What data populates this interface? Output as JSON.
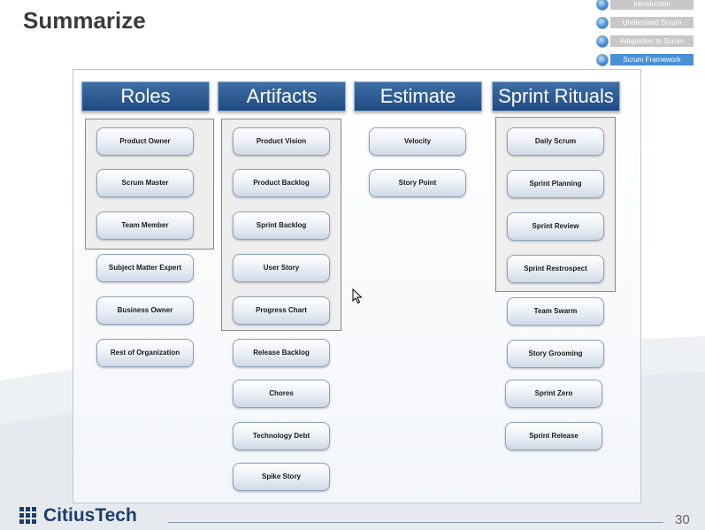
{
  "slide": {
    "title": "Summarize",
    "page_number": "30"
  },
  "nav": [
    "Introduction",
    "Understand Scrum",
    "Adaptation to Scrum",
    "Scrum Framework"
  ],
  "nav_active": "Scrum Framework",
  "columns": {
    "roles": {
      "header": "Roles",
      "items": [
        "Product Owner",
        "Scrum Master",
        "Team Member",
        "Subject Matter Expert",
        "Business Owner",
        "Rest of Organization"
      ]
    },
    "artifacts": {
      "header": "Artifacts",
      "items": [
        "Product Vision",
        "Product Backlog",
        "Sprint Backlog",
        "User Story",
        "Progress Chart",
        "Release Backlog",
        "Chores",
        "Technology Debt",
        "Spike Story"
      ]
    },
    "estimate": {
      "header": "Estimate",
      "items": [
        "Velocity",
        "Story Point"
      ]
    },
    "rituals": {
      "header": "Sprint Rituals",
      "items": [
        "Daily Scrum",
        "Sprint Planning",
        "Sprint Review",
        "Sprint Restrospect",
        "Team Swarm",
        "Story Grooming",
        "Sprint Zero",
        "Sprint Release"
      ]
    }
  },
  "brand": {
    "logo_text": "CitiusTech",
    "color": "#1b3f6d"
  }
}
